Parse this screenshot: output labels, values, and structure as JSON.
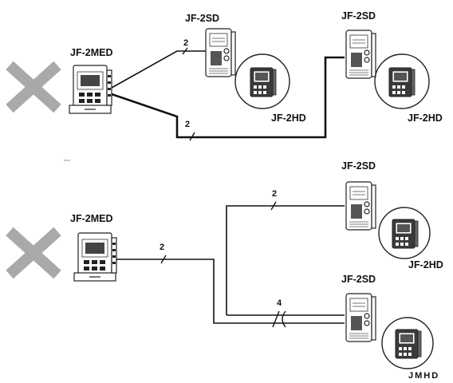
{
  "labels": {
    "master": "JF-2MED",
    "door_station": "JF-2SD",
    "sub_master": "JF-2HD",
    "code": "JMHD"
  },
  "wire_counts": {
    "top_upper": "2",
    "top_lower": "2",
    "bottom_main": "2",
    "bottom_upper": "2",
    "bottom_lower": "4"
  },
  "colors": {
    "cross": "#a9a9a9",
    "wire": "#111111"
  },
  "icons": {
    "prohibited": "cross-mark-icon"
  }
}
